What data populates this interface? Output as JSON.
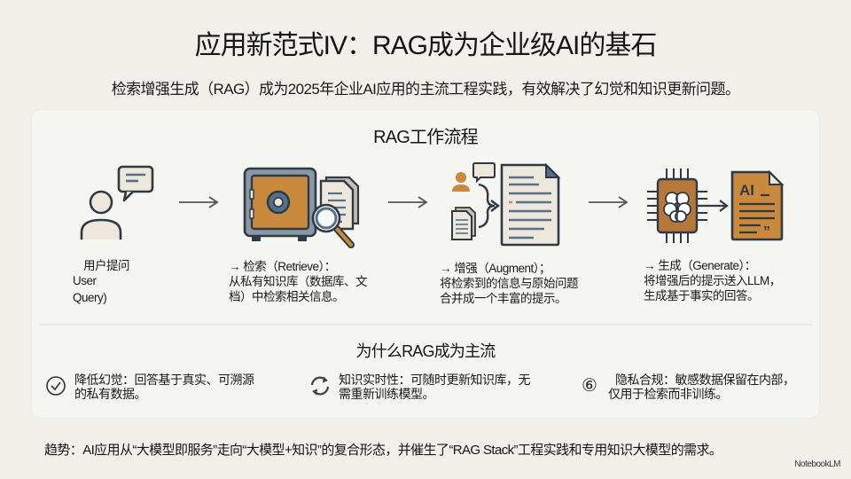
{
  "header": {
    "title": "应用新范式IV：RAG成为企业级AI的基石",
    "subtitle": "检索增强生成（RAG）成为2025年企业AI应用的主流工程实践，有效解决了幻觉和知识更新问题。"
  },
  "workflow": {
    "title": "RAG工作流程",
    "steps": [
      {
        "icon": "user-query-icon",
        "label_line1": "用户提问",
        "label_line2": "User",
        "label_line3": "Query)"
      },
      {
        "icon": "safe-search-icon",
        "label_line1": "→ 检索（Retrieve）：",
        "label_line2": "从私有知识库（数据库、文",
        "label_line3": "档）中检索相关信息。"
      },
      {
        "icon": "merge-document-icon",
        "label_line1": "→ 增强（Augment）；",
        "label_line2": "将检索到的信息与原始问题",
        "label_line3": "合并成一个丰富的提示。"
      },
      {
        "icon": "ai-chip-generate-icon",
        "label_line1": "→ 生成（Generate）：",
        "label_line2": "将增强后的提示送入LLM，",
        "label_line3": "生成基于事实的回答。"
      }
    ],
    "arrow_glyph": "→"
  },
  "why": {
    "title": "为什么RAG成为主流",
    "benefits": [
      {
        "icon": "check-circle-icon",
        "line1": "降低幻觉：回答基于真实、可溯源",
        "line2": "的私有数据。"
      },
      {
        "icon": "refresh-icon",
        "line1": "知识实时性：可随时更新知识库，无",
        "line2": "需重新训练模型。"
      },
      {
        "icon": "circled-six-icon",
        "glyph": "⑥",
        "line1": "隐私合规：敏感数据保留在内部，",
        "line2": "仅用于检索而非训练。"
      }
    ]
  },
  "footer": {
    "trend": "趋势：AI应用从“大模型即服务”走向“大模型+知识”的复合形态，并催生了“RAG Stack”工程实践和专用知识大模型的需求。",
    "brand": "NotebookLM"
  },
  "colors": {
    "background": "#f0efea",
    "card": "#f5f5f1",
    "ink": "#2f3a44",
    "orange": "#c98a3e",
    "steel_blue": "#55708c",
    "paper": "#ede7dc"
  }
}
